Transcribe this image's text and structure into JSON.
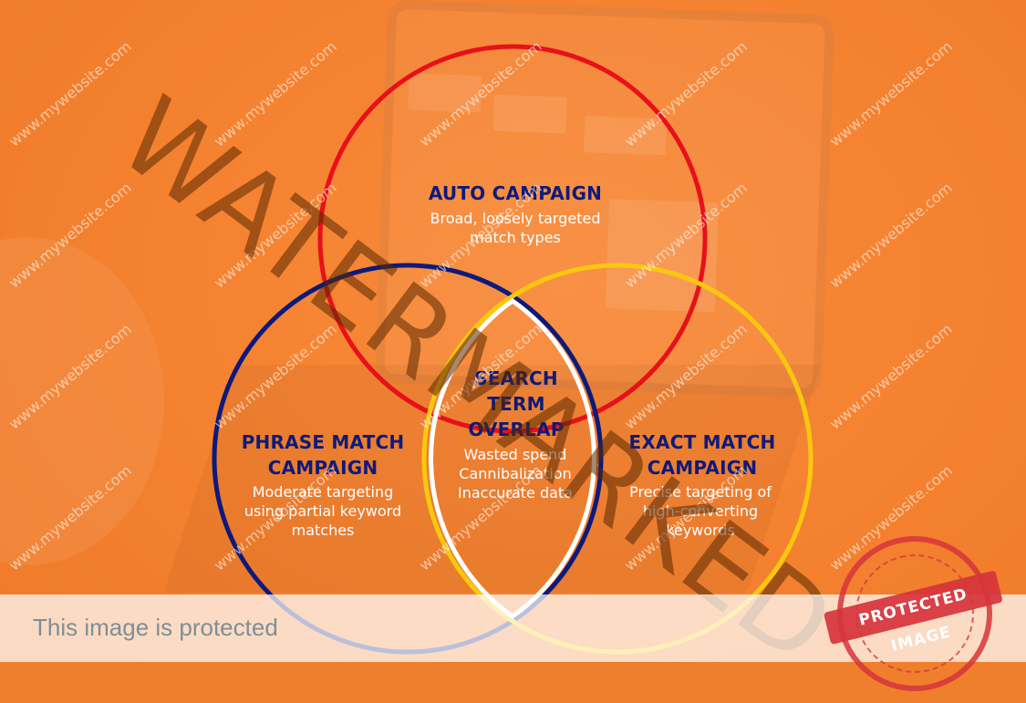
{
  "diagram": {
    "auto_campaign": {
      "title": "AUTO CAMPAIGN",
      "lines": [
        "Broad, loosely targeted",
        "match types"
      ],
      "color": "#e8101a"
    },
    "phrase_match": {
      "title": "PHRASE MATCH CAMPAIGN",
      "title_lines": [
        "PHRASE MATCH",
        "CAMPAIGN"
      ],
      "lines": [
        "Moderate targeting",
        "using partial keyword",
        "matches"
      ],
      "color": "#0e1a7a"
    },
    "exact_match": {
      "title": "EXACT MATCH CAMPAIGN",
      "title_lines": [
        "EXACT MATCH",
        "CAMPAIGN"
      ],
      "lines": [
        "Precise targeting of",
        "high-converting",
        "keywords"
      ],
      "color": "#f9c80e"
    },
    "overlap": {
      "title_lines": [
        "SEARCH",
        "TERM",
        "OVERLAP"
      ],
      "lines": [
        "Wasted spend",
        "Cannibalization",
        "Inaccurate data"
      ],
      "color": "#ffffff"
    }
  },
  "watermark": {
    "big_text": "WATERMARKED",
    "tile_text": "www.mywebsite.com"
  },
  "banner": {
    "text": "This image is protected"
  },
  "stamp": {
    "text": "PROTECTED IMAGE"
  },
  "colors": {
    "background": "#f5822f",
    "title_text": "#0e1a7a"
  }
}
